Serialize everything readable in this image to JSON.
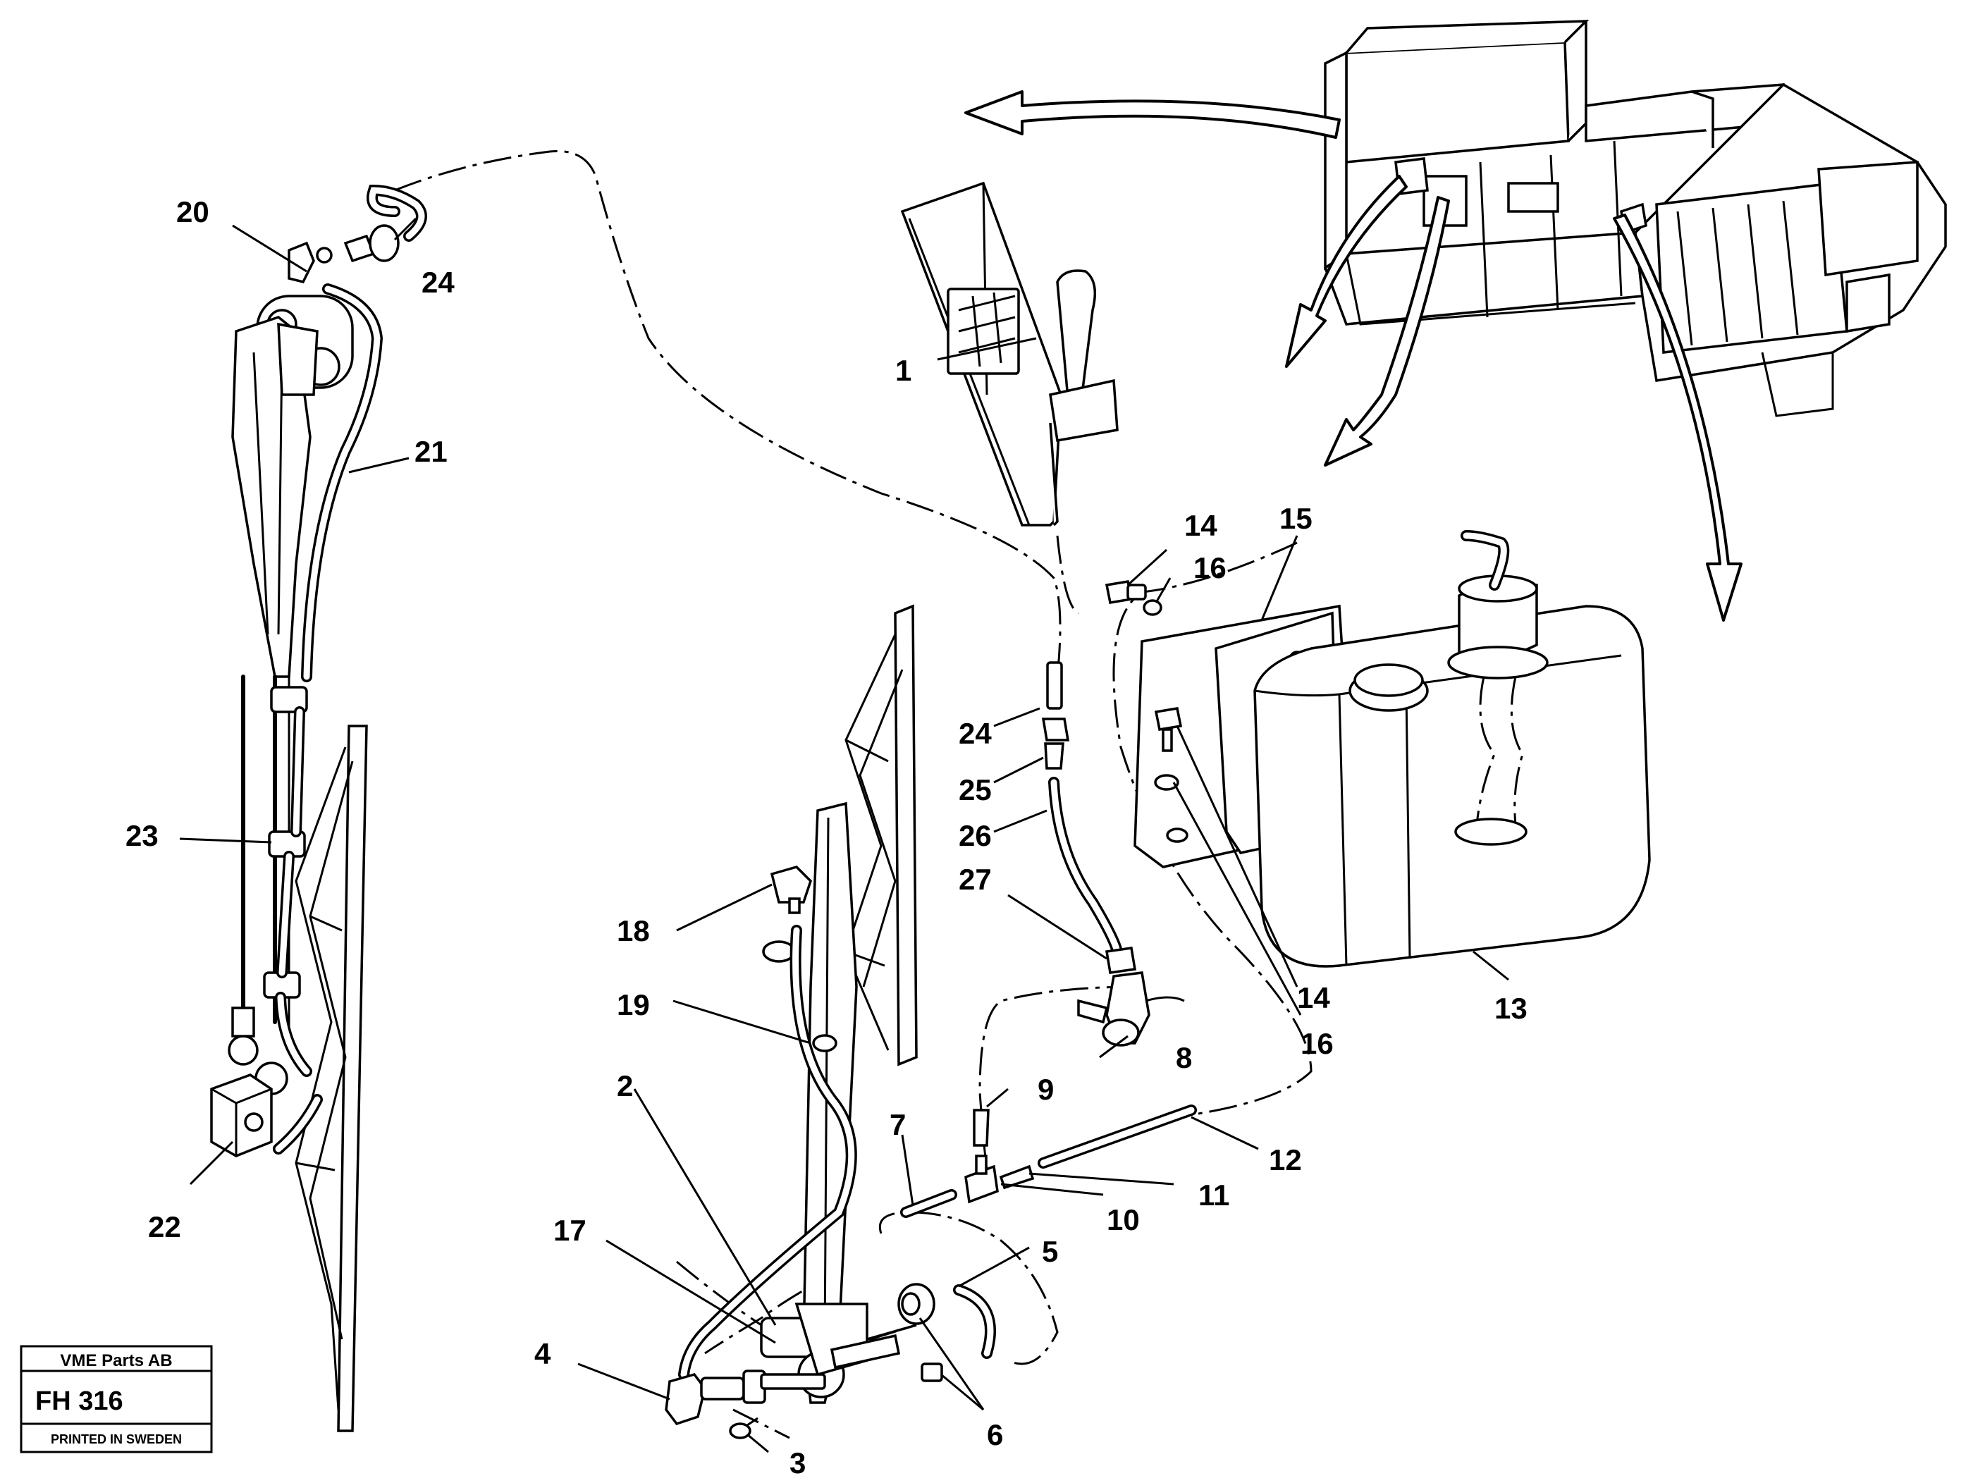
{
  "stamp": {
    "company": "VME Parts AB",
    "code": "FH 316",
    "footer": "PRINTED IN SWEDEN"
  },
  "callouts": [
    "1",
    "2",
    "3",
    "4",
    "5",
    "6",
    "7",
    "8",
    "9",
    "10",
    "11",
    "12",
    "13",
    "14",
    "14",
    "15",
    "16",
    "16",
    "17",
    "18",
    "19",
    "20",
    "21",
    "22",
    "23",
    "24",
    "24",
    "25",
    "26",
    "27"
  ]
}
